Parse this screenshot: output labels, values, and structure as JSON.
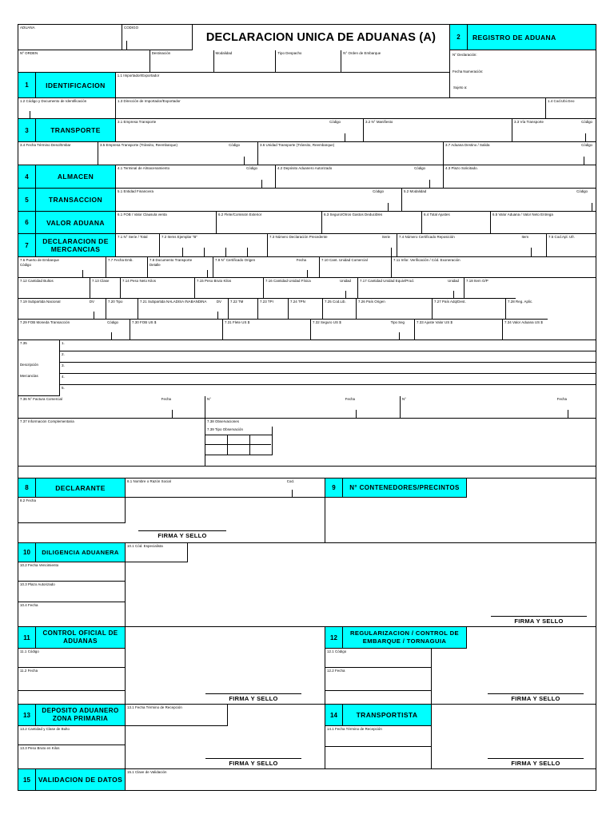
{
  "document": {
    "title": "DECLARACION UNICA DE ADUANAS  (A)"
  },
  "header": {
    "aduana_label": "ADUANA",
    "codigo_label": "CODIGO",
    "orden_label": "Nº ORDEN",
    "destinacion_label": "Destinación",
    "modalidad_label": "Modalidad",
    "tipo_despacho_label": "Tipo Despacho",
    "orden_embarque_label": "N° Orden de Embarque"
  },
  "registro": {
    "number": "2",
    "title": "REGISTRO DE ADUANA",
    "declaracion_label": "N° Declaración:",
    "fecha_label": "Fecha Numeración:",
    "sujeto_label": "Sujeto a:"
  },
  "identificacion": {
    "number": "1",
    "title": "IDENTIFICACION",
    "f11": "1.1 Importador/Exportador",
    "f12": "1.2 Código y Documento de Identificación",
    "f13": "1.3 Dirección de Importador/Exportador",
    "f14": "1.4 Cod.Ubi.Geo"
  },
  "transporte": {
    "number": "3",
    "title": "TRANSPORTE",
    "f31": "3.1 Empresa Transporte",
    "f31_codigo": "Código",
    "f32": "3.2 N° Manifiesto",
    "f33": "3.3 Vía  Transporte",
    "f33_codigo": "Código",
    "f34": "3.4 Fecha Término Desc/Embar",
    "f35": "3.5 Empresa Transporte (Tránsito, Reembarque)",
    "f35_codigo": "Código",
    "f36": "3.6 Unidad Transporte (Tránsito, Reembarque)",
    "f37": "3.7 Aduana Destino / Salida",
    "f37_codigo": "Código"
  },
  "almacen": {
    "number": "4",
    "title": "ALMACEN",
    "f41": "4.1 Terminal de Almacenamiento",
    "f41_codigo": "Código",
    "f42": "4.2 Depósito Aduanero Autorizado",
    "f42_codigo": "Código",
    "f43": "4.3 Plazo Solicitado."
  },
  "transaccion": {
    "number": "5",
    "title": "TRANSACCION",
    "f51": "5.1 Entidad Financiera",
    "f51_codigo": "Código",
    "f52": "5.2 Modalidad",
    "f52_codigo": "Código"
  },
  "valor_aduana": {
    "number": "6",
    "title": "VALOR ADUANA",
    "f61": "6.1 FOB / Valor Clausula venta",
    "f62": "6.2 Flete/Comisión Exterior",
    "f63": "6.3 Seguro/Otros Gastos Deducibles",
    "f64": "6.4 Total Ajustes",
    "f65": "6.5 Valor Aduana / Valor Neto Entrega"
  },
  "mercancias": {
    "number": "7",
    "title": "DECLARACION DE MERCANCIAS",
    "f71": "7.1 N° Serie / Total",
    "f72": "7.2 Items Ejemplar \"B\"",
    "f73": "7.3 Número Declaración Precedente",
    "f73_serie": "Serie",
    "f74": "7.4 Número Certificado Reposición",
    "f74_item": "Item",
    "f75": "7.5 Cod.Apl. Ufr.",
    "f76": "7.6 Puerto de Embarque",
    "f76b": "Código",
    "f77": "7.7 Fecha Emb.",
    "f78": "7.8 Documento Transporte",
    "f78b": "Detalle",
    "f79": "7.9 N° Certificado Origen",
    "f79_fecha": "Fecha",
    "f710": "7.10 Cant. Unidad Comercial",
    "f711": "7.11 Infor. Verificación / Cód. Exoneración",
    "f712": "7.12 Cantidad Bultos",
    "f713": "7.13 Clase",
    "f714": "7.14 Peso Neto Kilos",
    "f715": "7.15 Peso Bruto Kilos",
    "f716": "7.16 Cantidad Unidad Física",
    "f716_unidad": "Unidad",
    "f717": "7.17 Cantidad Unidad Equiv/Prod.",
    "f717_unidad": "Unidad",
    "f718": "7.18 Item O/P",
    "f719": "7.19 Subpartida Nacional",
    "f719_dv": "DV",
    "f720": "7.20 Tipo",
    "f721": "7.21  Subpartida NALADISA /NABANDINA",
    "f721_dv": "DV",
    "f722": "7.22 TM",
    "f723": "7.23 TPI",
    "f724": "7.24 TPN",
    "f725": "7.25 Cod.Lib.",
    "f726": "7.26 País Origen",
    "f727": "7.27 País Adq/Dest.",
    "f728": "7.28 Reg. Aplic.",
    "f729": "7.29 FOB Moneda Transacción",
    "f729_codigo": "Código",
    "f730": "7.30 FOB US $",
    "f731": "7.31 Flete US $",
    "f732": "7.32 Seguro US $",
    "f732_tipo": "Tipo Seg",
    "f733": "7.33 Ajuste Valor US $",
    "f734": "7.34 Valor Aduana  US $",
    "f735": "7.35",
    "f735_l1": "Descripción",
    "f735_l2": "Mercancías",
    "f735_rows": [
      "1.",
      "2.",
      "3.",
      "4.",
      "5."
    ],
    "f736": "7.36 N° Factura Comercial",
    "f736_fecha": "Fecha",
    "f736_n2": "N°",
    "f736_fecha2": "Fecha",
    "f736_n3": "N°",
    "f736_fecha3": "Fecha",
    "f737": "7.37 Información Complementaria",
    "f738": "7.38 Observaciones",
    "f739": "7.39 Tipo Observación"
  },
  "declarante": {
    "number": "8",
    "title": "DECLARANTE",
    "f81": "8.1 Nombre o Razón Social",
    "f81_cod": "Cod.",
    "f82": "8.2 Fecha"
  },
  "contenedores": {
    "number": "9",
    "title": "N° CONTENEDORES/PRECINTOS"
  },
  "diligencia": {
    "number": "10",
    "title": "DILIGENCIA ADUANERA",
    "f101": "10.1 Cód. Especialista",
    "f102": "10.2 Fecha Vencimiento",
    "f103": "10.3 Plazo Autorizado",
    "f104": "10.4 Fecha"
  },
  "control_oficial": {
    "number": "11",
    "title": "CONTROL OFICIAL DE ADUANAS",
    "f111": "11.1 Código",
    "f112": "11.2 Fecha"
  },
  "regularizacion": {
    "number": "12",
    "title": "REGULARIZACION / CONTROL DE EMBARQUE / TORNAGUIA",
    "f121": "12.1 Código",
    "f122": "12.2 Fecha"
  },
  "deposito": {
    "number": "13",
    "title": "DEPOSITO ADUANERO ZONA PRIMARIA",
    "f131": "13.1 Fecha Término de Recepción",
    "f132": "13.2 Cantidad y Clase de Bulto",
    "f133": "13.3 Peso Bruto en Kilos"
  },
  "transportista": {
    "number": "14",
    "title": "TRANSPORTISTA",
    "f141": "14.1 Fecha Término de Recepción"
  },
  "validacion": {
    "number": "15",
    "title": "VALIDACION  DE DATOS",
    "f151": "15.1 Clave de Validación"
  },
  "common": {
    "firma_sello": "FIRMA Y SELLO"
  },
  "colors": {
    "accent": "#00ffff",
    "border": "#000000",
    "background": "#ffffff"
  }
}
